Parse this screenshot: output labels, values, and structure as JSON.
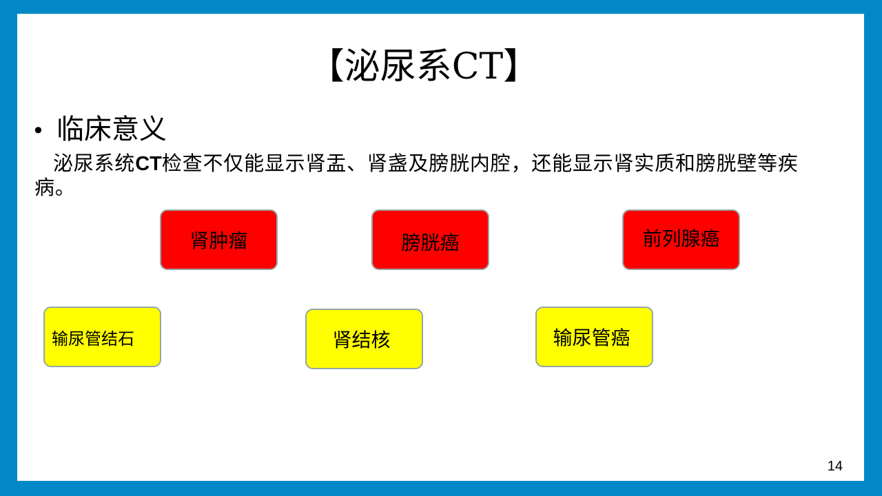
{
  "slide": {
    "title": "【泌尿系CT】",
    "bullet": {
      "marker": "•",
      "heading": "临床意义"
    },
    "body": {
      "part1": "泌尿系统",
      "part_bold": "CT",
      "part2": "检查不仅能显示肾盂、肾盏及膀胱内腔，还能显示肾实质和膀胱壁等疾病。"
    },
    "boxes": [
      {
        "label": "肾肿瘤",
        "color": "#FF0000",
        "row": 1
      },
      {
        "label": "膀胱癌",
        "color": "#FF0000",
        "row": 1
      },
      {
        "label": "前列腺癌",
        "color": "#FF0000",
        "row": 1
      },
      {
        "label": "输尿管结石",
        "color": "#FFFF00",
        "row": 2
      },
      {
        "label": "肾结核",
        "color": "#FFFF00",
        "row": 2
      },
      {
        "label": "输尿管癌",
        "color": "#FFFF00",
        "row": 2
      }
    ],
    "page_number": "14"
  },
  "colors": {
    "frame": "#0288C6",
    "background": "#FFFFFF",
    "box_red": "#FF0000",
    "box_yellow": "#FFFF00",
    "box_border": "#95A5A6"
  }
}
